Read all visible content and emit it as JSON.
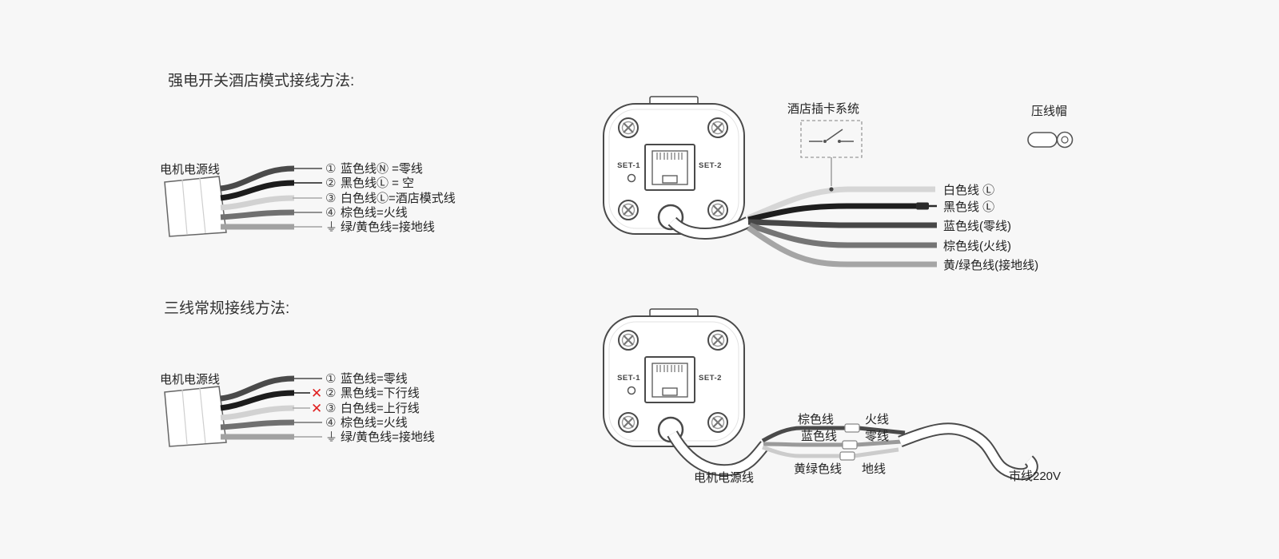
{
  "palette": {
    "bg": "#f7f7f7",
    "line": "#4a4a4a",
    "red": "#e02020"
  },
  "left_top": {
    "title": "强电开关酒店模式接线方法:",
    "cable_label": "电机电源线",
    "wires": [
      {
        "num": "①",
        "text": "蓝色线Ⓝ =零线"
      },
      {
        "num": "②",
        "text": "黑色线Ⓛ = 空"
      },
      {
        "num": "③",
        "text": "白色线Ⓛ=酒店模式线"
      },
      {
        "num": "④",
        "text": "棕色线=火线"
      },
      {
        "num": "⏚",
        "text": "绿/黄色线=接地线"
      }
    ]
  },
  "left_bottom": {
    "title": "三线常规接线方法:",
    "cable_label": "电机电源线",
    "cross_mark": "✕",
    "wires": [
      {
        "num": "①",
        "text": "蓝色线=零线"
      },
      {
        "num": "②",
        "text": "黑色线=下行线"
      },
      {
        "num": "③",
        "text": "白色线=上行线"
      },
      {
        "num": "④",
        "text": "棕色线=火线"
      },
      {
        "num": "⏚",
        "text": "绿/黄色线=接地线"
      }
    ]
  },
  "device": {
    "set1": "SET-1",
    "set2": "SET-2"
  },
  "right_top": {
    "card_system_label": "酒店插卡系统",
    "cap_label": "压线帽",
    "wire_labels": [
      "白色线 Ⓛ",
      "黑色线 Ⓛ",
      "蓝色线(零线)",
      "棕色线(火线)",
      "黄/绿色线(接地线)"
    ]
  },
  "right_bottom": {
    "motor_cable_label": "电机电源线",
    "mains_label": "市线220V",
    "rows": [
      {
        "left": "棕色线",
        "right": "火线"
      },
      {
        "left": "蓝色线",
        "right": "零线"
      },
      {
        "left": "黄绿色线",
        "right": "地线"
      }
    ]
  }
}
